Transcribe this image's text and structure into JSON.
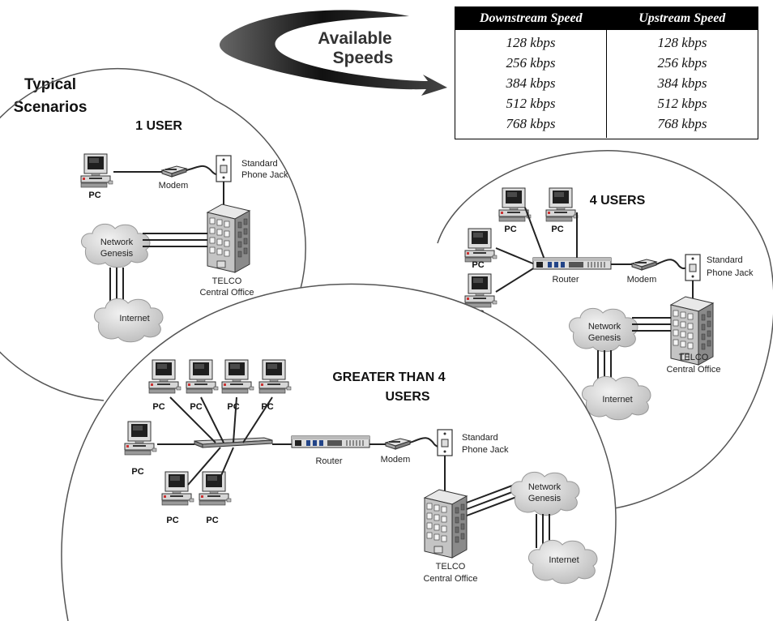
{
  "header": {
    "arrow_line1": "Available",
    "arrow_line2": "Speeds"
  },
  "side": {
    "line1": "Typical",
    "line2": "Scenarios"
  },
  "table": {
    "downstream_header": "Downstream Speed",
    "upstream_header": "Upstream Speed",
    "downstream": [
      "128 kbps",
      "256 kbps",
      "384 kbps",
      "512 kbps",
      "768 kbps"
    ],
    "upstream": [
      "128 kbps",
      "256 kbps",
      "384 kbps",
      "512 kbps",
      "768 kbps"
    ]
  },
  "labels": {
    "pc": "PC",
    "modem": "Modem",
    "router": "Router",
    "jack_line1": "Standard",
    "jack_line2": "Phone Jack",
    "network_line1": "Network",
    "network_line2": "Genesis",
    "internet": "Internet",
    "telco_line1": "TELCO",
    "telco_line2": "Central Office"
  },
  "scenarios": {
    "one": {
      "title": "1 USER"
    },
    "four": {
      "title": "4 USERS"
    },
    "more": {
      "title_line1": "GREATER THAN 4",
      "title_line2": "USERS"
    }
  }
}
